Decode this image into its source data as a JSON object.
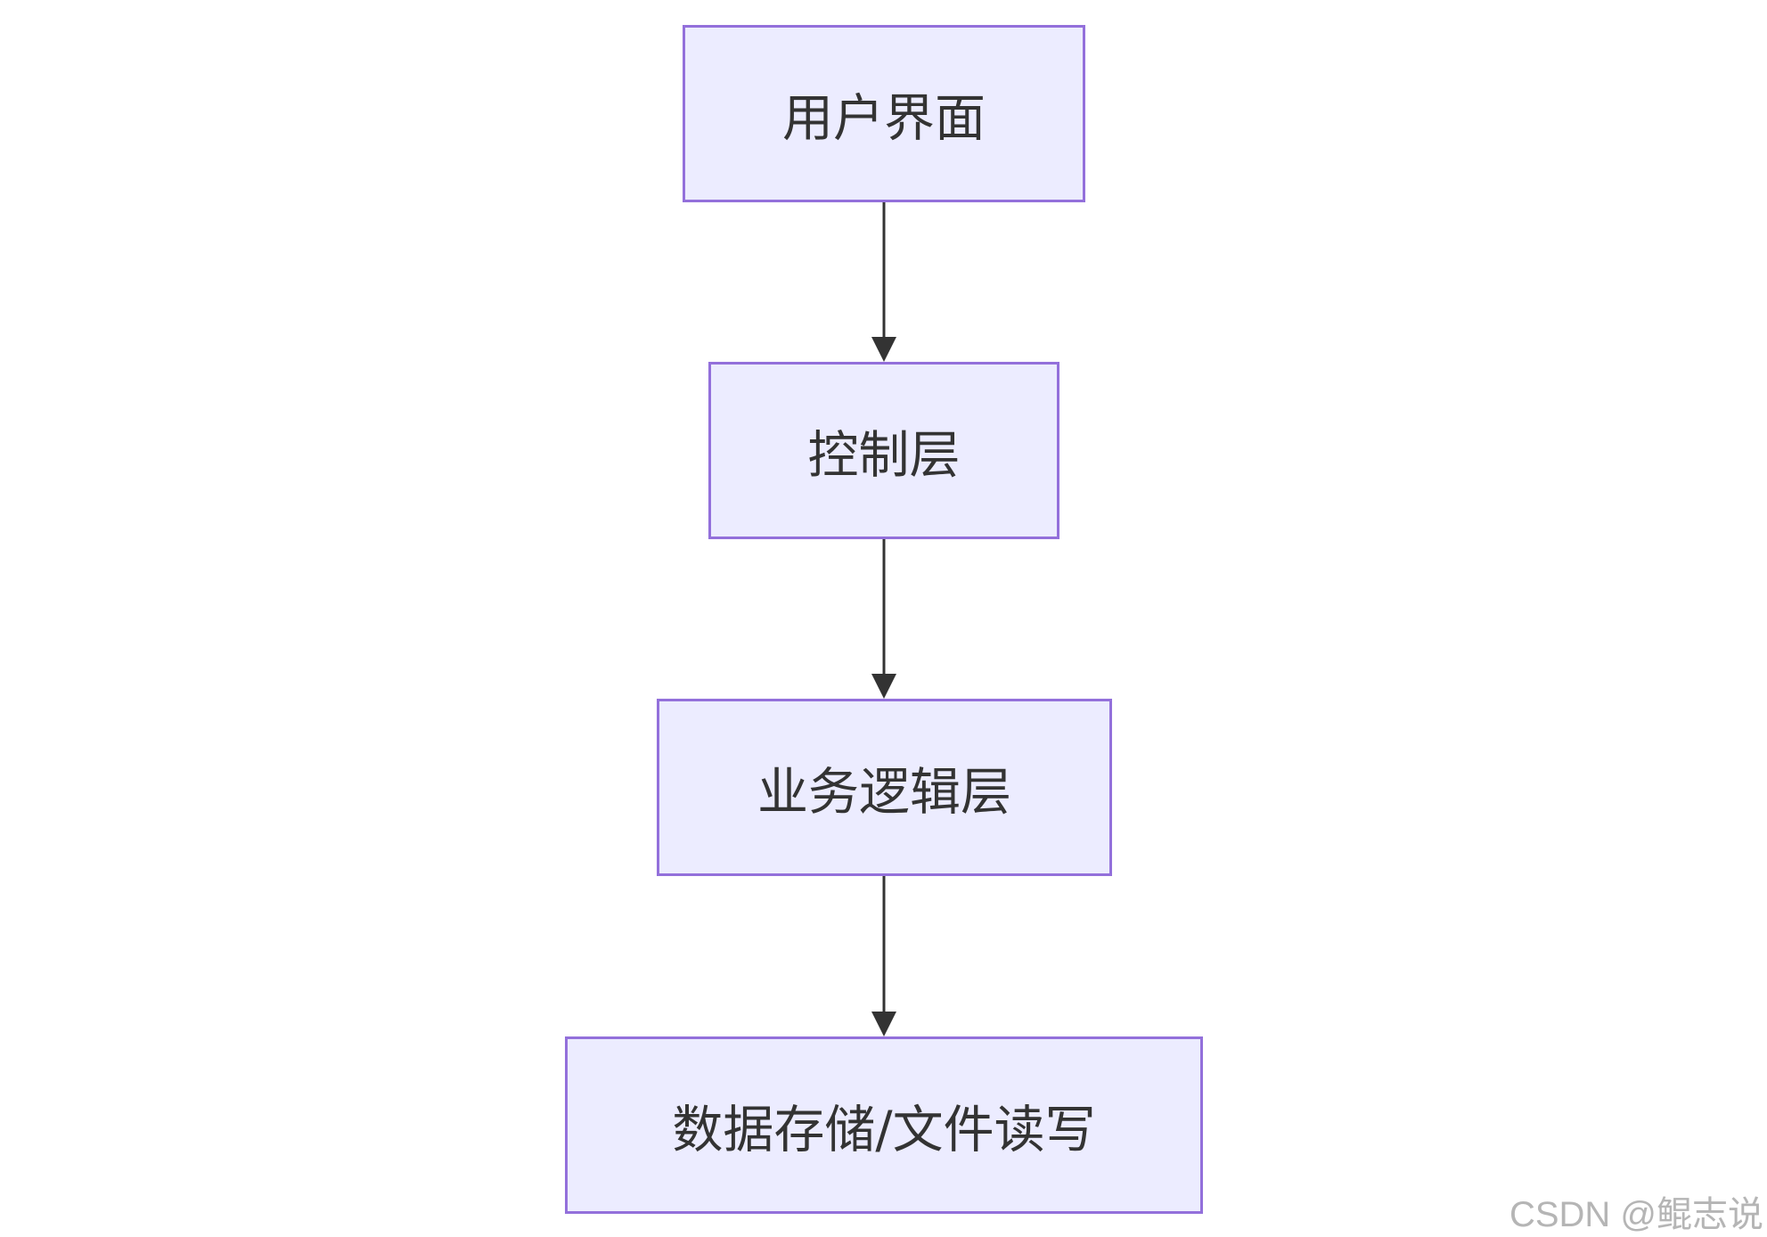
{
  "colors": {
    "node_fill": "#ececff",
    "node_border": "#9370db",
    "text": "#333333",
    "edge": "#333333",
    "watermark": "#b5b5b5"
  },
  "nodes": [
    {
      "id": "n1",
      "label": "用户界面"
    },
    {
      "id": "n2",
      "label": "控制层"
    },
    {
      "id": "n3",
      "label": "业务逻辑层"
    },
    {
      "id": "n4",
      "label": "数据存储/文件读写"
    }
  ],
  "edges": [
    {
      "from": "n1",
      "to": "n2"
    },
    {
      "from": "n2",
      "to": "n3"
    },
    {
      "from": "n3",
      "to": "n4"
    }
  ],
  "watermark": "CSDN @鲲志说"
}
